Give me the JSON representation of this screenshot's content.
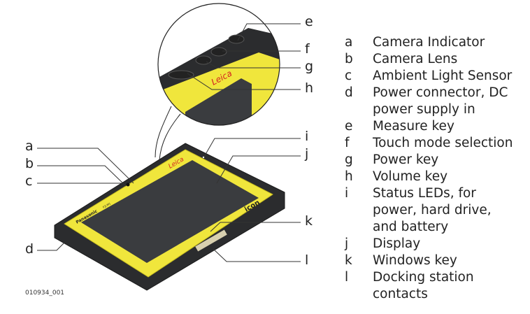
{
  "figure_id": "010934_001",
  "illustration": {
    "brand_logo": "Leica",
    "maker_text": "Panasonic",
    "model_text": "FZ-M1",
    "product_text": "icon"
  },
  "callouts": [
    "a",
    "b",
    "c",
    "d",
    "e",
    "f",
    "g",
    "h",
    "i",
    "j",
    "k",
    "l"
  ],
  "legend": [
    {
      "key": "a",
      "text": "Camera Indicator"
    },
    {
      "key": "b",
      "text": "Camera Lens"
    },
    {
      "key": "c",
      "text": "Ambient Light Sensor"
    },
    {
      "key": "d",
      "text": "Power connector, DC power supply in"
    },
    {
      "key": "e",
      "text": "Measure key"
    },
    {
      "key": "f",
      "text": "Touch mode selection"
    },
    {
      "key": "g",
      "text": "Power key"
    },
    {
      "key": "h",
      "text": "Volume key"
    },
    {
      "key": "i",
      "text": "Status LEDs, for power, hard drive, and battery"
    },
    {
      "key": "j",
      "text": "Display"
    },
    {
      "key": "k",
      "text": "Windows key"
    },
    {
      "key": "l",
      "text": "Docking station contacts"
    }
  ],
  "colors": {
    "bezel": "#f0e63c",
    "body": "#2b2c2e",
    "screen": "#3a3c3f",
    "logo": "#d42020"
  }
}
